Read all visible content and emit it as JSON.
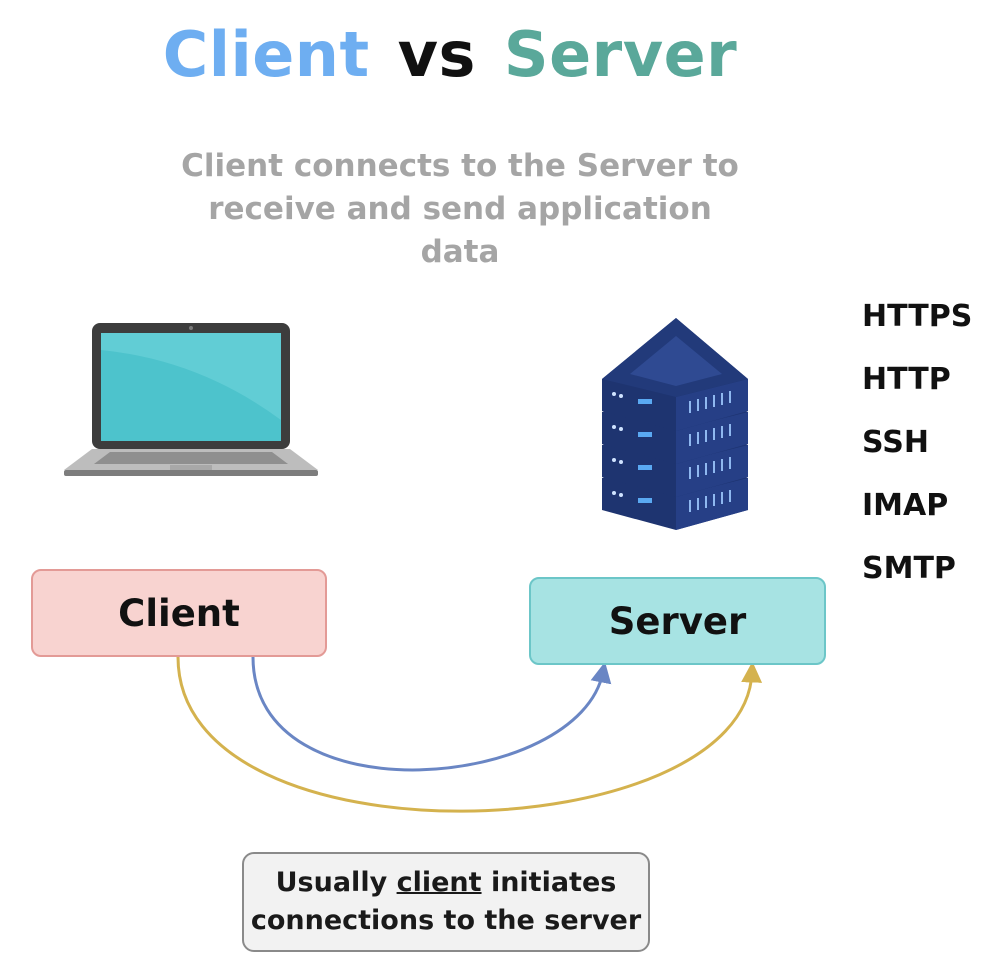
{
  "title": {
    "client_word": "Client",
    "vs_word": "vs",
    "server_word": "Server"
  },
  "subtitle": "Client connects to the Server to receive and send application data",
  "protocols": [
    "HTTPS",
    "HTTP",
    "SSH",
    "IMAP",
    "SMTP"
  ],
  "client_box_label": "Client",
  "server_box_label": "Server",
  "note": {
    "line1_before": "Usually ",
    "line1_underlined": "client",
    "line1_after": " initiates",
    "line2": "connections to the server"
  },
  "colors": {
    "client_title": "#6eaef1",
    "vs_title": "#111111",
    "server_title": "#5aa89a",
    "arrow_blue": "#6a86c4",
    "arrow_gold": "#d4b24e",
    "laptop_screen": "#4dc3cc",
    "server_body": "#1e3470",
    "server_light": "#5aa9f2"
  },
  "icons": {
    "laptop": "laptop-icon",
    "server": "server-rack-icon"
  }
}
